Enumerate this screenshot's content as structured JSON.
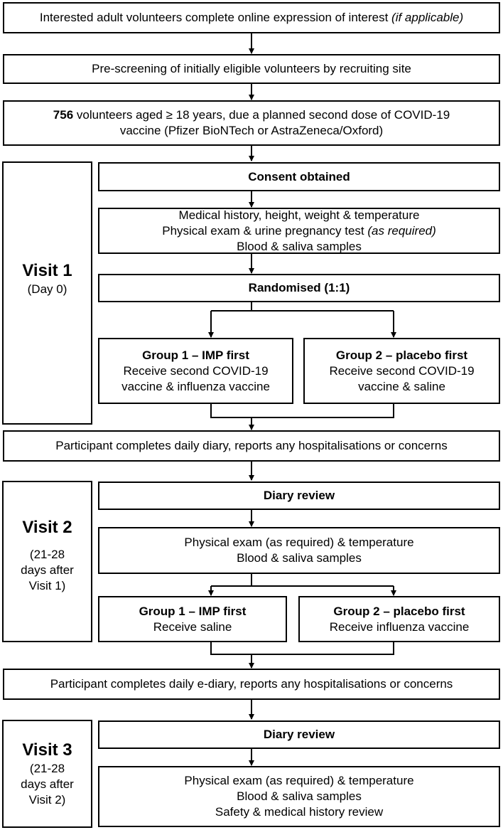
{
  "step1": {
    "text": "Interested adult volunteers complete online expression of interest ",
    "note": "(if applicable)"
  },
  "step2": {
    "text": "Pre-screening of initially eligible volunteers by recruiting site"
  },
  "step3": {
    "count": "756",
    "line1": " volunteers aged ≥ 18 years, due a planned second dose of COVID-19",
    "line2": "vaccine (Pfizer BioNTech or AstraZeneca/Oxford)"
  },
  "visit1": {
    "title": "Visit 1",
    "subtitle": "(Day 0)",
    "consent": "Consent obtained",
    "medical": {
      "line1": "Medical history, height, weight & temperature",
      "line2a": "Physical exam & urine pregnancy test ",
      "line2b": "(as required)",
      "line3": "Blood & saliva samples"
    },
    "randomised": "Randomised (1:1)",
    "group1": {
      "title": "Group 1 – IMP first",
      "line1": "Receive second COVID-19",
      "line2": "vaccine & influenza vaccine"
    },
    "group2": {
      "title": "Group 2 – placebo first",
      "line1": "Receive second COVID-19",
      "line2": "vaccine & saline"
    }
  },
  "diary1": "Participant completes daily diary, reports any hospitalisations or concerns",
  "visit2": {
    "title": "Visit 2",
    "sub1": "(21-28",
    "sub2": "days after",
    "sub3": "Visit 1)",
    "review": "Diary review",
    "exam": {
      "line1": "Physical exam (as required) & temperature",
      "line2": "Blood & saliva samples"
    },
    "group1": {
      "title": "Group 1 – IMP first",
      "line1": "Receive saline"
    },
    "group2": {
      "title": "Group 2 – placebo first",
      "line1": "Receive influenza vaccine"
    }
  },
  "diary2": "Participant completes daily e-diary, reports any hospitalisations or concerns",
  "visit3": {
    "title": "Visit 3",
    "sub1": "(21-28",
    "sub2": "days after",
    "sub3": "Visit 2)",
    "review": "Diary review",
    "exam": {
      "line1": "Physical exam (as required) & temperature",
      "line2": "Blood & saliva samples",
      "line3": "Safety & medical history review"
    }
  }
}
